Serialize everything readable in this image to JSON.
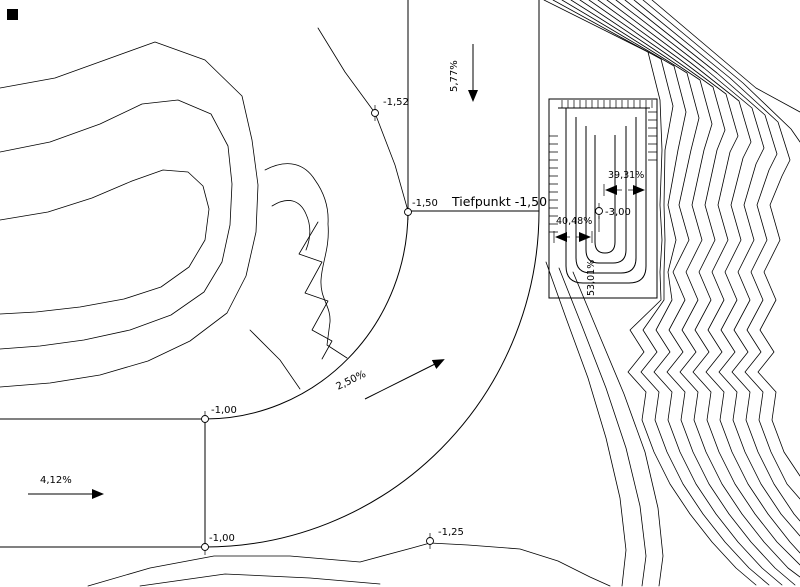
{
  "labels": {
    "tiefpunkt": "Tiefpunkt -1,50",
    "point_150": "-1,50",
    "point_152": "-1,52",
    "point_100_upper": "-1,00",
    "point_100_lower": "-1,00",
    "point_125": "-1,25",
    "point_300": "-3,00",
    "slope_down": "5,77%",
    "slope_curve": "2,50%",
    "slope_left": "4,12%",
    "ramp_grade_right": "39,31%",
    "ramp_grade_left": "40,48%",
    "ramp_grade_bottom": "53,01%"
  },
  "colors": {
    "line": "#000000",
    "background": "#ffffff"
  }
}
